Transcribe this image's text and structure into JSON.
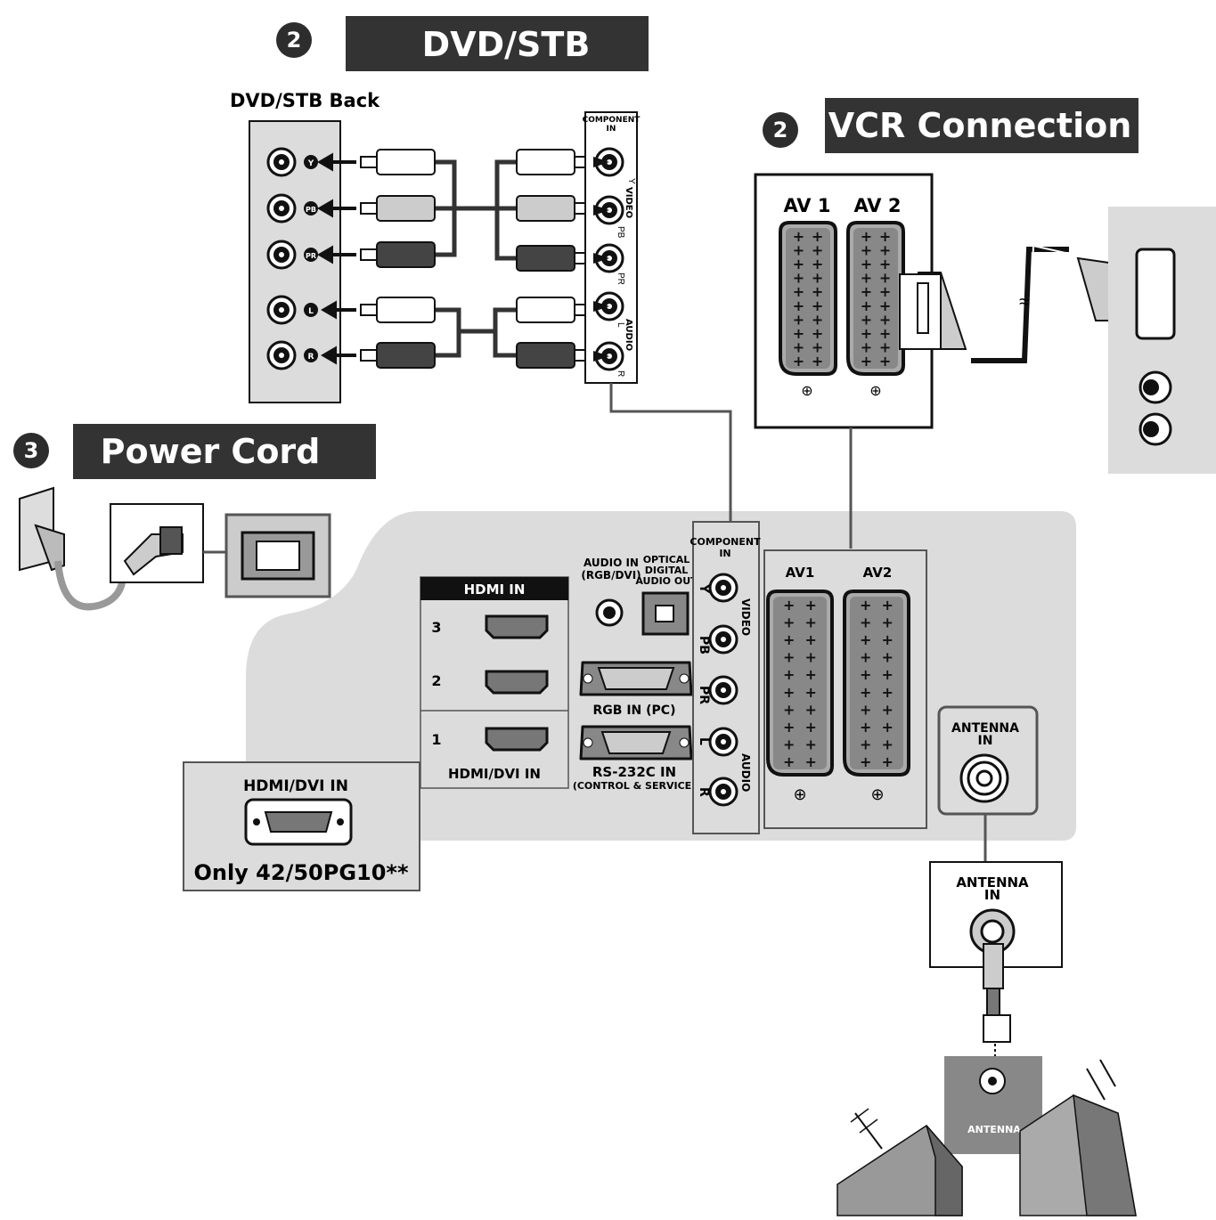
{
  "dvd_section": {
    "number": "❷",
    "title": "DVD/STB",
    "back_label": "DVD/STB Back",
    "back_jacks": [
      "Y",
      "PB",
      "PR",
      "L",
      "R"
    ],
    "component_header": "COMPONENT IN",
    "component_labels": [
      "Y",
      "PB",
      "PR",
      "L",
      "R"
    ],
    "video_label": "VIDEO",
    "audio_label": "AUDIO"
  },
  "vcr_section": {
    "number": "❷",
    "title": "VCR Connection",
    "av1": "AV 1",
    "av2": "AV 2",
    "squiggle": "≈"
  },
  "power_section": {
    "number": "❸",
    "title": "Power Cord"
  },
  "tv_panel": {
    "hdmi_header": "HDMI IN",
    "hdmi_ports": [
      "3",
      "2",
      "1"
    ],
    "hdmi_dvi_in": "HDMI/DVI IN",
    "audio_in": "AUDIO IN",
    "audio_in_sub": "(RGB/DVI)",
    "optical_1": "OPTICAL",
    "optical_2": "DIGITAL",
    "optical_3": "AUDIO OUT",
    "rgb_in": "RGB IN (PC)",
    "rs232": "RS-232C IN",
    "rs232_sub": "(CONTROL & SERVICE)",
    "component_header_1": "COMPONENT",
    "component_header_2": "IN",
    "component_labels": [
      "Y",
      "PB",
      "PR",
      "L",
      "R"
    ],
    "video_label": "VIDEO",
    "audio_label": "AUDIO",
    "av1": "AV1",
    "av2": "AV2",
    "antenna_1": "ANTENNA",
    "antenna_2": "IN"
  },
  "hdmi_inset": {
    "title": "HDMI/DVI IN",
    "model_note": "Only 42/50PG10**"
  },
  "antenna_inset": {
    "label_1": "ANTENNA",
    "label_2": "IN",
    "wall_label": "ANTENNA"
  }
}
